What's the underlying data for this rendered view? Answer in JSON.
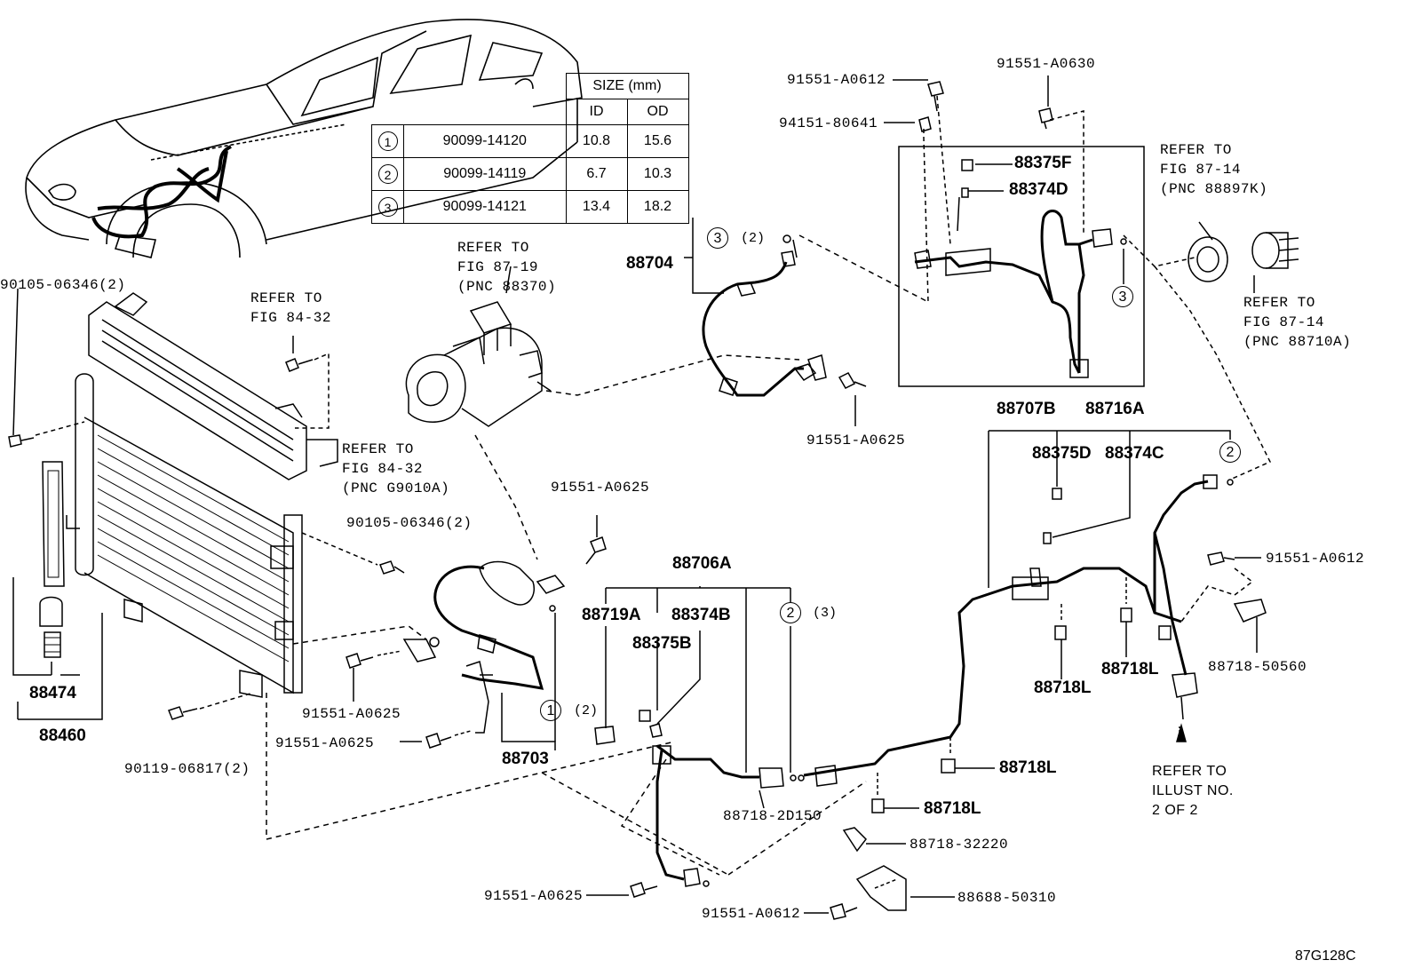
{
  "diagram_code": "87G128C",
  "size_table": {
    "header": "SIZE (mm)",
    "col_id": "ID",
    "col_od": "OD",
    "rows": [
      {
        "mark": "1",
        "part": "90099-14120",
        "id": "10.8",
        "od": "15.6"
      },
      {
        "mark": "2",
        "part": "90099-14119",
        "id": "6.7",
        "od": "10.3"
      },
      {
        "mark": "3",
        "part": "90099-14121",
        "id": "13.4",
        "od": "18.2"
      }
    ]
  },
  "labels": {
    "l91551_a0612_top": "91551-A0612",
    "l91551_a0630": "91551-A0630",
    "l94151_80641": "94151-80641",
    "l88375f": "88375F",
    "l88374d": "88374D",
    "refer_87_14_k": "REFER TO\nFIG 87-14\n(PNC 88897K)",
    "refer_87_14_a": "REFER TO\nFIG 87-14\n(PNC 88710A)",
    "refer_87_19": "REFER TO\nFIG 87-19\n(PNC 88370)",
    "l88704": "88704",
    "circ3_top": "3",
    "circ3_top_qty": "(2)",
    "circ3_right": "3",
    "l90105_left": "90105-06346(2)",
    "refer_84_32_a": "REFER TO\nFIG 84-32",
    "refer_84_32_b": "REFER TO\nFIG 84-32\n(PNC G9010A)",
    "l91551_a0625_mid": "91551-A0625",
    "l88707b": "88707B",
    "l88716a": "88716A",
    "l88375d": "88375D",
    "l88374c": "88374C",
    "circ2_right": "2",
    "l91551_a0625_comp": "91551-A0625",
    "l90105_mid": "90105-06346(2)",
    "l91551_a0612_right": "91551-A0612",
    "l88706a": "88706A",
    "l88719a": "88719A",
    "l88374b": "88374B",
    "l88375b": "88375B",
    "circ2_mid": "2",
    "circ2_mid_qty": "(3)",
    "l88718_50560": "88718-50560",
    "l88718l_a": "88718L",
    "l88718l_b": "88718L",
    "l88474": "88474",
    "l88460": "88460",
    "l91551_a0625_low": "91551-A0625",
    "l91551_a0625_low2": "91551-A0625",
    "circ1": "1",
    "circ1_qty": "(2)",
    "l88703": "88703",
    "l90119": "90119-06817(2)",
    "l88718l_c": "88718L",
    "l88718_2d150": "88718-2D150",
    "l88718l_d": "88718L",
    "refer_illust": "REFER TO\nILLUST NO.\n2 OF 2",
    "l88718_32220": "88718-32220",
    "l91551_a0625_bottom": "91551-A0625",
    "l88688_50310": "88688-50310",
    "l91551_a0612_bottom": "91551-A0612"
  }
}
